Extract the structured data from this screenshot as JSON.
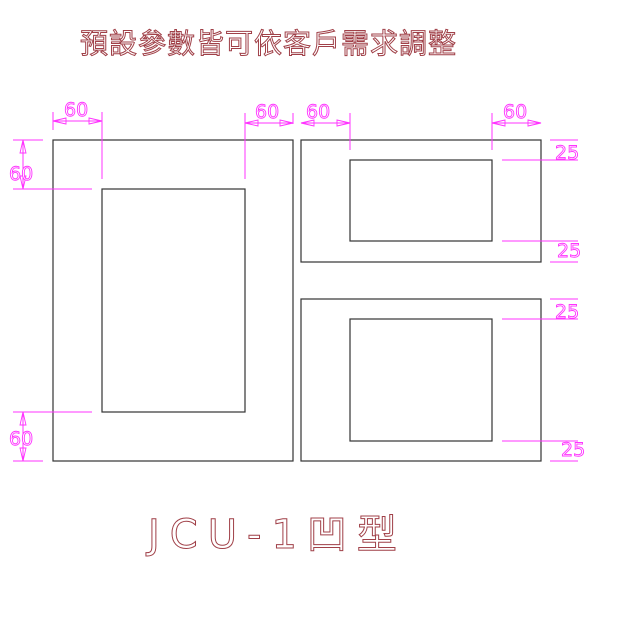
{
  "header": {
    "title": "預設參數皆可依客戶需求調整"
  },
  "footer": {
    "model": "JCU-1凹型"
  },
  "colors": {
    "outline": "#333333",
    "dimension": "#ff33ff",
    "title_stroke": "#a04048"
  },
  "diagram": {
    "panels": [
      {
        "id": "left-panel",
        "outer": [
          53,
          140,
          293,
          461
        ],
        "inner": [
          102,
          189,
          245,
          412
        ]
      },
      {
        "id": "right-top-panel",
        "outer": [
          301,
          140,
          541,
          262
        ],
        "inner": [
          350,
          160,
          492,
          241
        ]
      },
      {
        "id": "right-bottom-panel",
        "outer": [
          301,
          299,
          541,
          461
        ],
        "inner": [
          350,
          319,
          492,
          441
        ]
      }
    ],
    "dimensions": {
      "left_top_left": "60",
      "left_top_right": "60",
      "right_top_left": "60",
      "right_top_right": "60",
      "left_side_top": "60",
      "left_side_bottom": "60",
      "right_top_upper": "25",
      "right_top_lower": "25",
      "right_bottom_upper": "25",
      "right_bottom_lower": "25"
    }
  }
}
